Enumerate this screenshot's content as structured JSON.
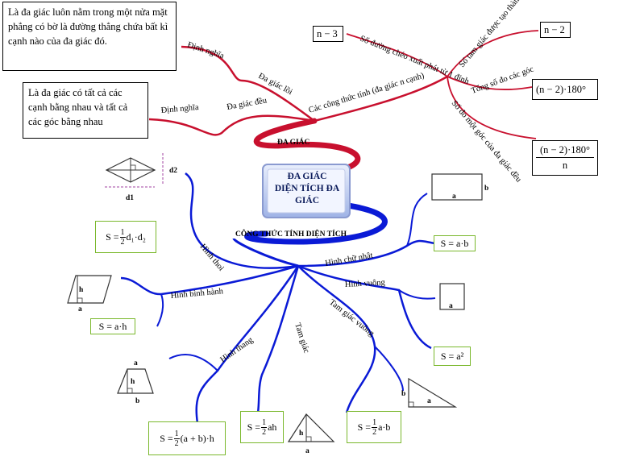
{
  "center": {
    "line1": "ĐA GIÁC",
    "line2": "DIỆN TÍCH ĐA GIÁC"
  },
  "branches": {
    "polygon": "ĐA GIÁC",
    "area": "CÔNG THỨC TÍNH DIỆN TÍCH"
  },
  "polygon": {
    "convex": "Đa giác lồi",
    "regular": "Đa giác đều",
    "definition": "Định nghĩa",
    "formulas": "Các công thức tính (đa giác n cạnh)",
    "convex_def": "Là đa giác luôn nằm trong một nửa mặt phẳng có bờ là đường thẳng chứa bất kì cạnh nào của đa giác đó.",
    "regular_def": "Là đa giác có tất cả các cạnh bằng nhau và tất cả các góc bằng nhau",
    "diagonals_label": "Số đường chéo xuất phát từ 1 đỉnh",
    "diagonals_value": "n − 3",
    "triangles_label": "Số tam giác được tạo thành",
    "triangles_value": "n − 2",
    "angle_sum_label": "Tổng số đo các góc",
    "angle_sum_value": "(n − 2)·180°",
    "each_angle_label": "Số đo một góc của đa giác đều",
    "each_angle_num": "(n − 2)·180°",
    "each_angle_den": "n"
  },
  "shapes": {
    "rhombus": "Hình thoi",
    "parallelogram": "Hình bình hành",
    "trapezoid": "Hình thang",
    "triangle": "Tam giác",
    "right_triangle": "Tam giác vuông",
    "square": "Hình vuông",
    "rectangle": "Hình chữ nhật"
  },
  "formulas": {
    "rhombus_pre": "S =",
    "rhombus_num": "1",
    "rhombus_den": "2",
    "rhombus_post": "d₁·d₂",
    "parallelogram": "S = a·h",
    "trapezoid_pre": "S =",
    "trapezoid_num": "1",
    "trapezoid_den": "2",
    "trapezoid_post": "(a + b)·h",
    "triangle_pre": "S =",
    "triangle_num": "1",
    "triangle_den": "2",
    "triangle_post": "ah",
    "right_triangle_pre": "S =",
    "right_triangle_num": "1",
    "right_triangle_den": "2",
    "right_triangle_post": "a·b",
    "square": "S = a²",
    "rectangle": "S = a·b"
  },
  "figure_labels": {
    "d1": "d1",
    "d2": "d2",
    "h": "h",
    "a": "a",
    "b": "b"
  },
  "colors": {
    "red_branch": "#c8102e",
    "blue_branch": "#0a1ad6",
    "formula_border": "#7ab82c",
    "center_box": "#b8c6ec"
  }
}
